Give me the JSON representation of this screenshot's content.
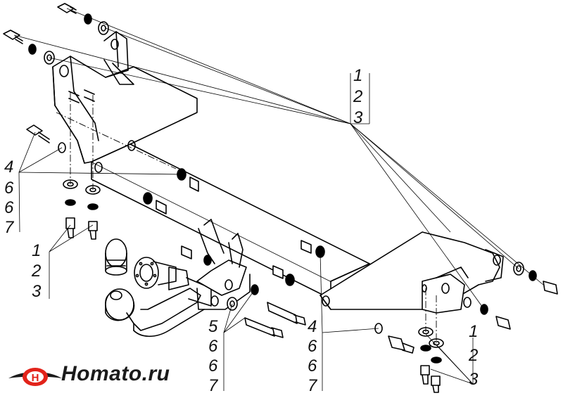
{
  "callouts": {
    "top_right": [
      "1",
      "2",
      "3"
    ],
    "left_upper": [
      "4",
      "6",
      "6",
      "7"
    ],
    "left_lower": [
      "1",
      "2",
      "3"
    ],
    "mid_lower": [
      "5",
      "6",
      "6",
      "7"
    ],
    "center_lower": [
      "4",
      "6",
      "6",
      "7"
    ],
    "bottom_right": [
      "1",
      "2",
      "3"
    ]
  },
  "logo": {
    "text": "Homato.ru",
    "accent": "#e2231a",
    "dark": "#1a1a1a"
  }
}
